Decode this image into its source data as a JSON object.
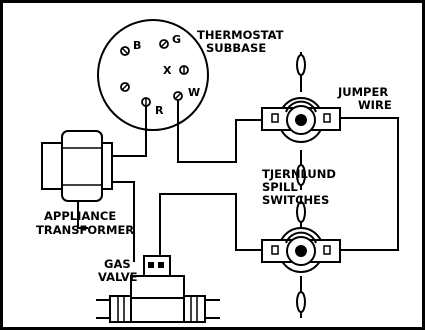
{
  "diagram": {
    "labels": {
      "thermostat_line1": "THERMOSTAT",
      "thermostat_line2": "SUBBASE",
      "jumper_line1": "JUMPER",
      "jumper_line2": "WIRE",
      "tjernlund_line1": "TJERNLUND",
      "tjernlund_line2": "SPILL",
      "tjernlund_line3": "SWITCHES",
      "appliance_line1": "APPLIANCE",
      "appliance_line2": "TRANSFORMER",
      "gas_line1": "GAS",
      "gas_line2": "VALVE"
    },
    "terminals": {
      "b": "B",
      "g": "G",
      "x": "X",
      "w": "W",
      "r": "R"
    }
  }
}
